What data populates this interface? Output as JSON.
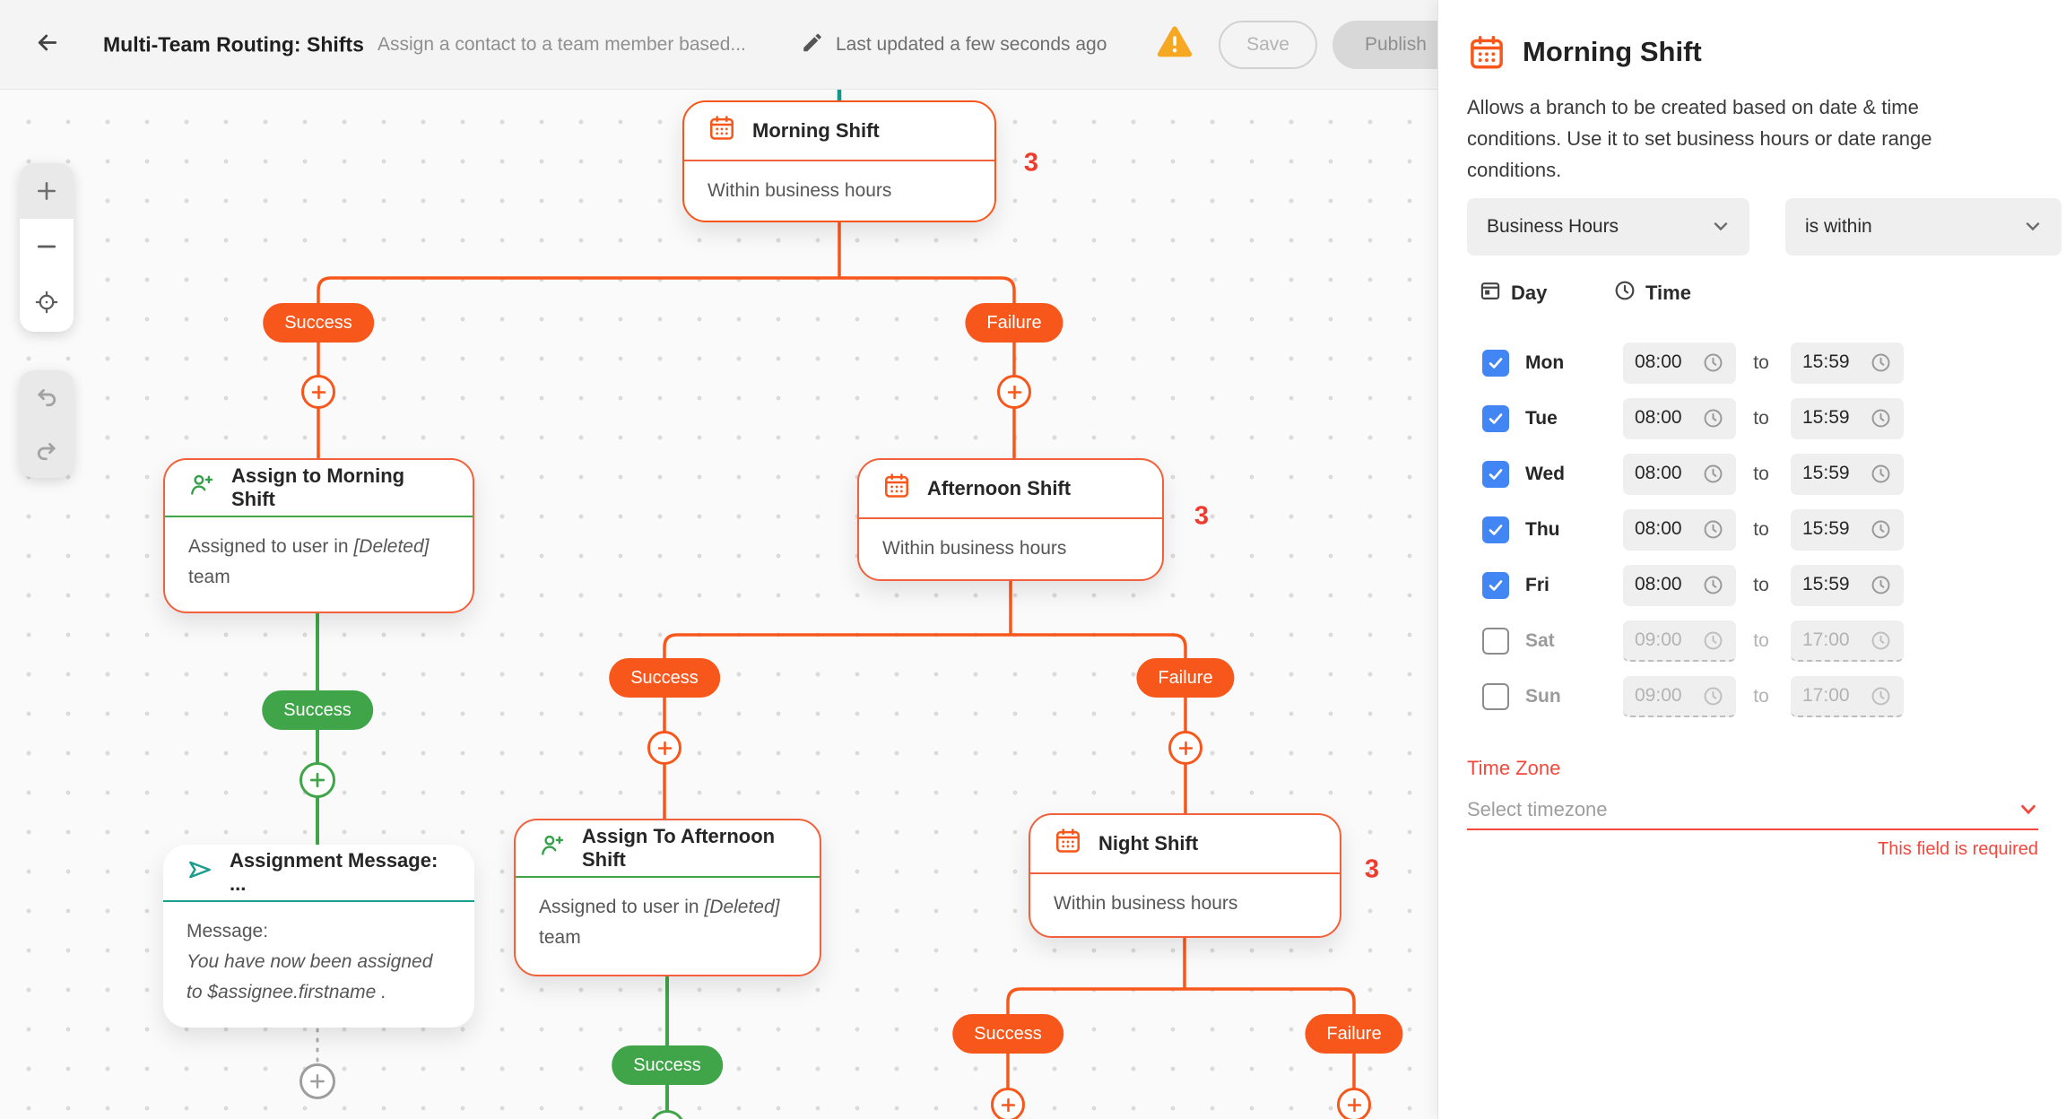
{
  "header": {
    "title": "Multi-Team Routing: Shifts",
    "subtitle": "Assign a contact to a team member based...",
    "last_updated": "Last updated a few seconds ago",
    "save_label": "Save",
    "publish_label": "Publish"
  },
  "canvas": {
    "labels": {
      "success": "Success",
      "failure": "Failure"
    },
    "badges": {
      "morning": "3",
      "afternoon": "3",
      "night": "3"
    },
    "nodes": {
      "morning": {
        "title": "Morning Shift",
        "body": "Within business hours"
      },
      "assign_morning": {
        "title": "Assign to Morning Shift",
        "body_pre": "Assigned to user in ",
        "body_em": "[Deleted]",
        "body_post": " team"
      },
      "afternoon": {
        "title": "Afternoon Shift",
        "body": "Within business hours"
      },
      "assign_afternoon": {
        "title": "Assign To Afternoon Shift",
        "body_pre": "Assigned to user in ",
        "body_em": "[Deleted]",
        "body_post": " team"
      },
      "message": {
        "title": "Assignment Message: ...",
        "body_label": "Message:",
        "body_em": "You have now been assigned to $assignee.firstname ."
      },
      "night": {
        "title": "Night Shift",
        "body": "Within business hours"
      }
    }
  },
  "panel": {
    "title": "Morning Shift",
    "description": "Allows a branch to be created based on date & time conditions. Use it to set business hours or date range conditions.",
    "condition_type": "Business Hours",
    "operator": "is within",
    "day_header": "Day",
    "time_header": "Time",
    "to_label": "to",
    "days": [
      {
        "label": "Mon",
        "checked": true,
        "start": "08:00",
        "end": "15:59"
      },
      {
        "label": "Tue",
        "checked": true,
        "start": "08:00",
        "end": "15:59"
      },
      {
        "label": "Wed",
        "checked": true,
        "start": "08:00",
        "end": "15:59"
      },
      {
        "label": "Thu",
        "checked": true,
        "start": "08:00",
        "end": "15:59"
      },
      {
        "label": "Fri",
        "checked": true,
        "start": "08:00",
        "end": "15:59"
      },
      {
        "label": "Sat",
        "checked": false,
        "start": "09:00",
        "end": "17:00"
      },
      {
        "label": "Sun",
        "checked": false,
        "start": "09:00",
        "end": "17:00"
      }
    ],
    "timezone": {
      "label": "Time Zone",
      "placeholder": "Select timezone",
      "error": "This field is required"
    }
  },
  "colors": {
    "flow_orange": "#f8571c",
    "node_border": "#f2613c",
    "success_green": "#3fa548",
    "message_teal": "#1a9c8f",
    "badge_red": "#ee3b2d",
    "checkbox_blue": "#4285f4",
    "error_red": "#f5483d",
    "warning_amber": "#f7a823"
  }
}
